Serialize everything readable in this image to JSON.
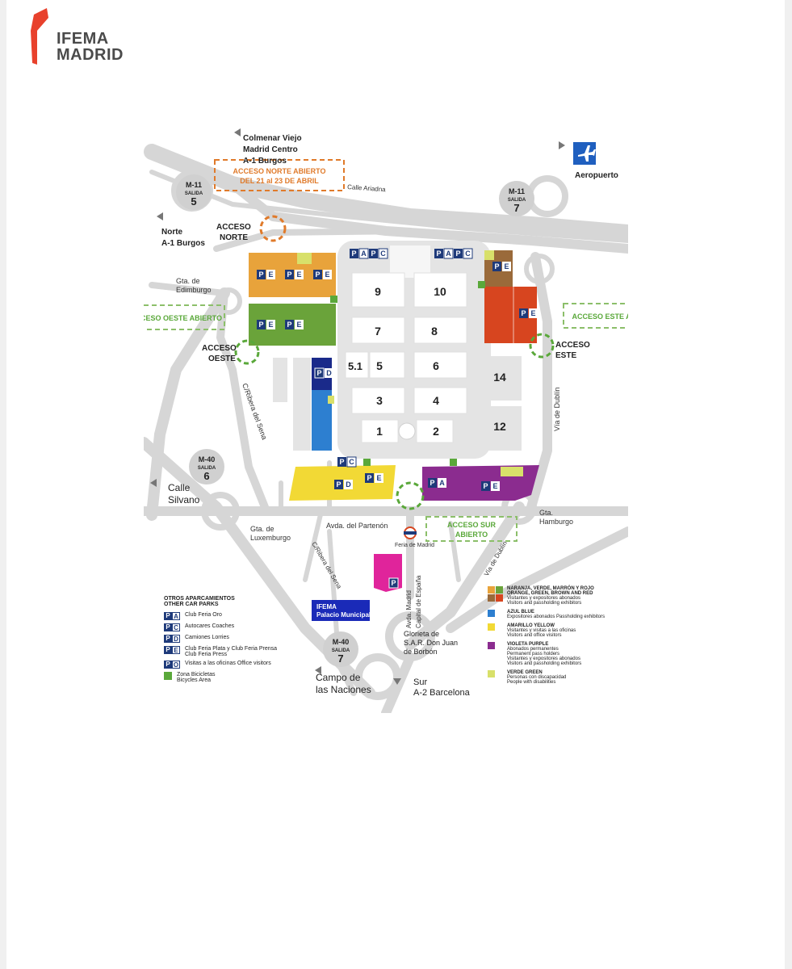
{
  "brand": {
    "line1": "IFEMA",
    "line2": "MADRID",
    "accent_color": "#e8412c"
  },
  "map": {
    "roads": {
      "colmenar": [
        "Colmenar Viejo",
        "Madrid Centro",
        "A-1 Burgos"
      ],
      "calle_ariadna": "Calle Ariadna",
      "norte": [
        "Norte",
        "A-1 Burgos"
      ],
      "aeropuerto": "Aeropuerto",
      "gta_edimburgo": [
        "Gta. de",
        "Edimburgo"
      ],
      "ribera_sena": "C/Ribera del Sena",
      "via_dublin": "Vía de Dublín",
      "calle_silvano": [
        "Calle",
        "Silvano"
      ],
      "gta_luxemburgo": [
        "Gta. de",
        "Luxemburgo"
      ],
      "partenon": "Avda. del Partenón",
      "gta_hamburgo": [
        "Gta.",
        "Hamburgo"
      ],
      "feria_madrid": "Feria de Madrid",
      "avda_madrid": [
        "Avda. Madrid",
        "Capital de España"
      ],
      "glorieta": [
        "Glorieta de",
        "S.A.R. Don Juan",
        "de Borbón"
      ],
      "campo": [
        "Campo de",
        "las Naciones"
      ],
      "sur": [
        "Sur",
        "A-2 Barcelona"
      ],
      "palacio": [
        "IFEMA",
        "Palacio Municipal"
      ]
    },
    "exits": {
      "m11_5": {
        "road": "M-11",
        "label": "SALIDA",
        "num": "5"
      },
      "m11_7": {
        "road": "M-11",
        "label": "SALIDA",
        "num": "7"
      },
      "m40_6": {
        "road": "M-40",
        "label": "SALIDA",
        "num": "6"
      },
      "m40_7": {
        "road": "M-40",
        "label": "SALIDA",
        "num": "7"
      }
    },
    "access": {
      "norte": [
        "ACCESO",
        "NORTE"
      ],
      "oeste": [
        "ACCESO",
        "OESTE"
      ],
      "este": [
        "ACCESO",
        "ESTE"
      ],
      "norte_abierto": [
        "ACCESO NORTE ABIERTO",
        "DEL 21 al 23 DE ABRIL"
      ],
      "oeste_abierto": "ACCESO OESTE ABIERTO",
      "este_abierto": "ACCESO ESTE ABIERTO",
      "sur_abierto": [
        "ACCESO SUR",
        "ABIERTO"
      ]
    },
    "halls": {
      "h9": "9",
      "h10": "10",
      "h7": "7",
      "h8": "8",
      "h51": "5.1",
      "h5": "5",
      "h6": "6",
      "h3": "3",
      "h4": "4",
      "h1": "1",
      "h2": "2",
      "h14": "14",
      "h12": "12"
    },
    "badges": {
      "P": "P",
      "A": "A",
      "C": "C",
      "D": "D",
      "E": "E"
    }
  },
  "legend_left": {
    "title": [
      "OTROS APARCAMIENTOS",
      "OTHER CAR PARKS"
    ],
    "items": [
      {
        "code": "A",
        "text": [
          "Club Feria Oro"
        ]
      },
      {
        "code": "C",
        "text": [
          "Autocares Coaches"
        ]
      },
      {
        "code": "D",
        "text": [
          "Camiones Lorries"
        ]
      },
      {
        "code": "E",
        "text": [
          "Club Feria Plata y Club Feria Prensa",
          "Club Feria Press"
        ]
      },
      {
        "code": "O",
        "text": [
          "Visitas a las oficinas Office visitors"
        ]
      },
      {
        "code": "bike",
        "text": [
          "Zona Bicicletas",
          "Bicycles Area"
        ]
      }
    ]
  },
  "legend_right": {
    "items": [
      {
        "color": "orange",
        "text": [
          "NARANJA, VERDE, MARRÓN Y ROJO",
          "ORANGE, GREEN, BROWN AND RED",
          "Visitantes y expositores abonados",
          "Visitors and passholding exhibitors"
        ]
      },
      {
        "color": "blue",
        "text": [
          "AZUL BLUE",
          "Expositores abonados Passholding exhibitors"
        ]
      },
      {
        "color": "yellow",
        "text": [
          "AMARILLO YELLOW",
          "Visitantes y visitas a las oficinas",
          "Visitors and office visitors"
        ]
      },
      {
        "color": "purple",
        "text": [
          "VIOLETA PURPLE",
          "Abonados permanentes",
          "Permanent pass holders",
          "Visitantes y expositores abonados",
          "Visitors and passholding exhibitors"
        ]
      },
      {
        "color": "green",
        "text": [
          "VERDE GREEN",
          "Personas con discapacidad",
          "People with disabilities"
        ]
      }
    ]
  },
  "colors": {
    "orange": "#e8a33b",
    "green": "#6aa33a",
    "red": "#d7451f",
    "brown": "#9a6a3a",
    "blue": "#2d7fd0",
    "navy": "#1a2a8a",
    "yellow": "#f2d935",
    "purple": "#8b2c8f",
    "magenta": "#e0249b",
    "lime": "#d8e06a",
    "road": "#d6d6d6",
    "hall": "#e4e4e4",
    "access_green": "#5aa83a",
    "access_orange": "#e07a2a",
    "badge": "#1e3a7a"
  }
}
